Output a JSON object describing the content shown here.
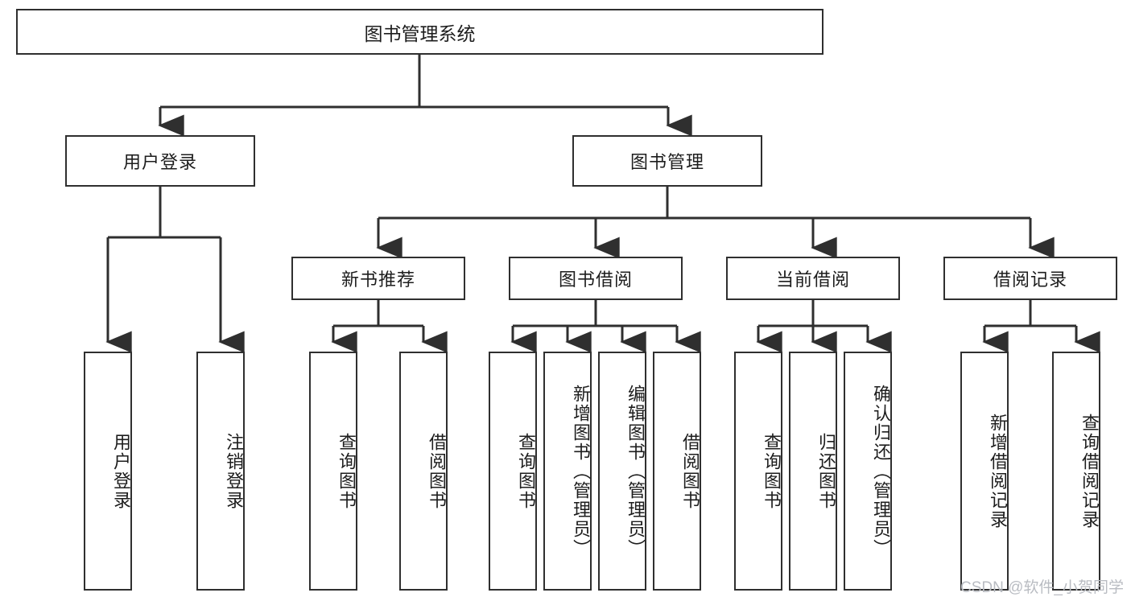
{
  "diagram": {
    "type": "tree",
    "title": "图书管理系统",
    "orientation": "top-down",
    "colors": {
      "box_border": "#2f2f2f",
      "box_fill": "#ffffff",
      "connector": "#2f2f2f",
      "text": "#1d1d1d",
      "watermark": "#b9bcc2",
      "background": "#ffffff"
    },
    "root": {
      "label": "图书管理系统"
    },
    "level1": [
      {
        "label": "用户登录"
      },
      {
        "label": "图书管理"
      }
    ],
    "level2": [
      {
        "label": "新书推荐"
      },
      {
        "label": "图书借阅"
      },
      {
        "label": "当前借阅"
      },
      {
        "label": "借阅记录"
      }
    ],
    "leaves": {
      "user_login": [
        {
          "label": "用户登录"
        },
        {
          "label": "注销登录"
        }
      ],
      "new_book_recommend": [
        {
          "label": "查询图书"
        },
        {
          "label": "借阅图书"
        }
      ],
      "book_borrow": [
        {
          "label": "查询图书"
        },
        {
          "label": "新增图书（管理员）"
        },
        {
          "label": "编辑图书（管理员）"
        },
        {
          "label": "借阅图书"
        }
      ],
      "current_borrow": [
        {
          "label": "查询图书"
        },
        {
          "label": "归还图书"
        },
        {
          "label": "确认归还（管理员）"
        }
      ],
      "borrow_record": [
        {
          "label": "新增借阅记录"
        },
        {
          "label": "查询借阅记录"
        }
      ]
    }
  },
  "watermark": {
    "text": "CSDN @软件_小贺同学"
  }
}
